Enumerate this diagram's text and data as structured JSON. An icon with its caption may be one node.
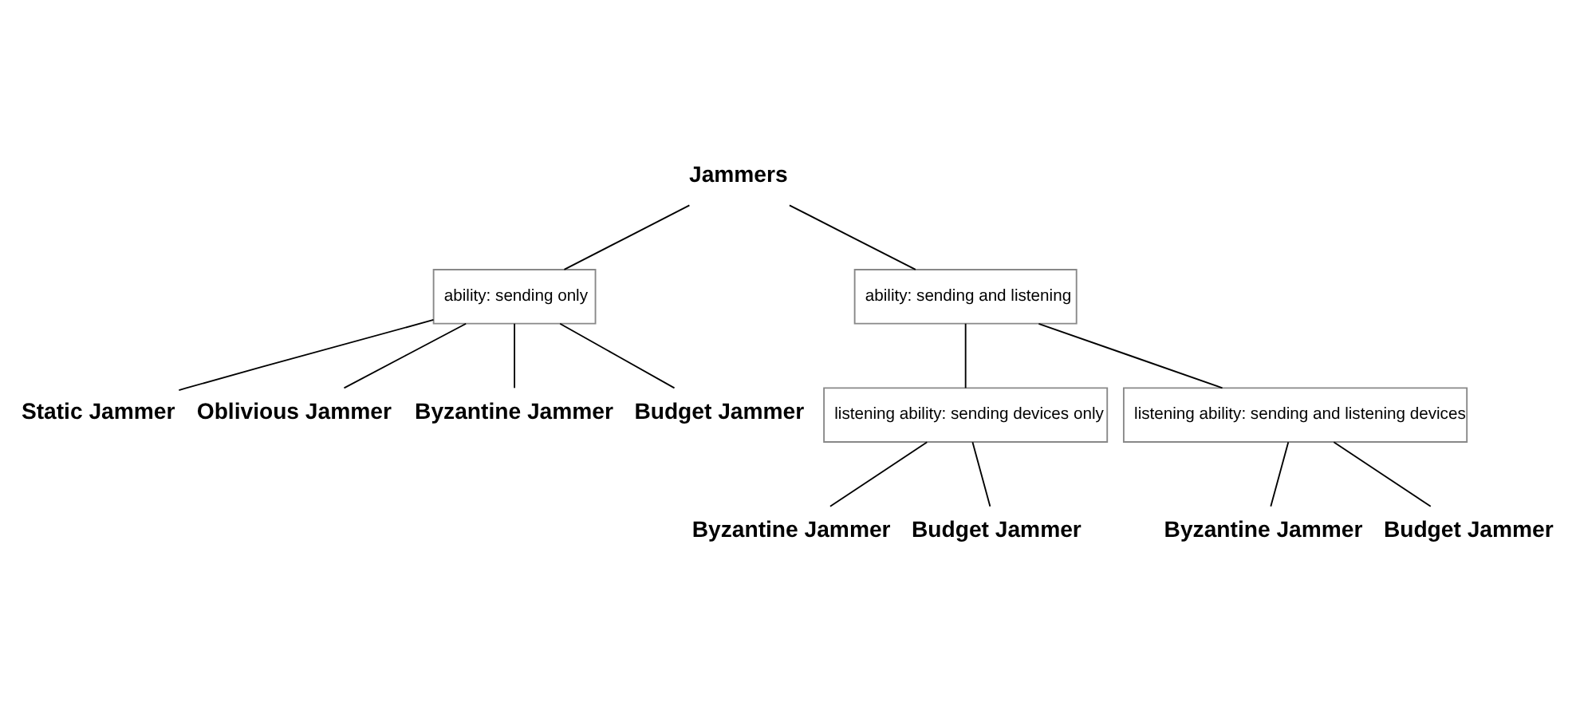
{
  "diagram": {
    "nodes": [
      {
        "text": [
          "Jammers"
        ]
      },
      {
        "text": [
          "ability: sending only"
        ]
      },
      {
        "text": [
          "ability: sending and listening"
        ]
      },
      {
        "text": [
          "Static Jammer"
        ]
      },
      {
        "text": [
          "Oblivious Jammer"
        ]
      },
      {
        "text": [
          "Byzantine Jammer"
        ]
      },
      {
        "text": [
          "Budget Jammer"
        ]
      },
      {
        "text": [
          "listening ability: sending devices only"
        ]
      },
      {
        "text": [
          "listening ability: sending and listening devices"
        ]
      },
      {
        "text": [
          "Byzantine Jammer"
        ]
      },
      {
        "text": [
          "Budget Jammer"
        ]
      },
      {
        "text": [
          "Byzantine Jammer"
        ]
      },
      {
        "text": [
          "Budget Jammer"
        ]
      }
    ],
    "edges": [
      {
        "from": 0,
        "to": 1,
        "arrow": "none"
      },
      {
        "from": 0,
        "to": 2,
        "arrow": "none"
      },
      {
        "from": 1,
        "to": 3,
        "arrow": "none"
      },
      {
        "from": 1,
        "to": 4,
        "arrow": "none"
      },
      {
        "from": 1,
        "to": 5,
        "arrow": "none"
      },
      {
        "from": 1,
        "to": 6,
        "arrow": "none"
      },
      {
        "from": 2,
        "to": 7,
        "arrow": "none"
      },
      {
        "from": 2,
        "to": 8,
        "arrow": "none"
      },
      {
        "from": 7,
        "to": 9,
        "arrow": "none"
      },
      {
        "from": 7,
        "to": 10,
        "arrow": "none"
      },
      {
        "from": 8,
        "to": 11,
        "arrow": "none"
      },
      {
        "from": 8,
        "to": 12,
        "arrow": "none"
      }
    ]
  }
}
